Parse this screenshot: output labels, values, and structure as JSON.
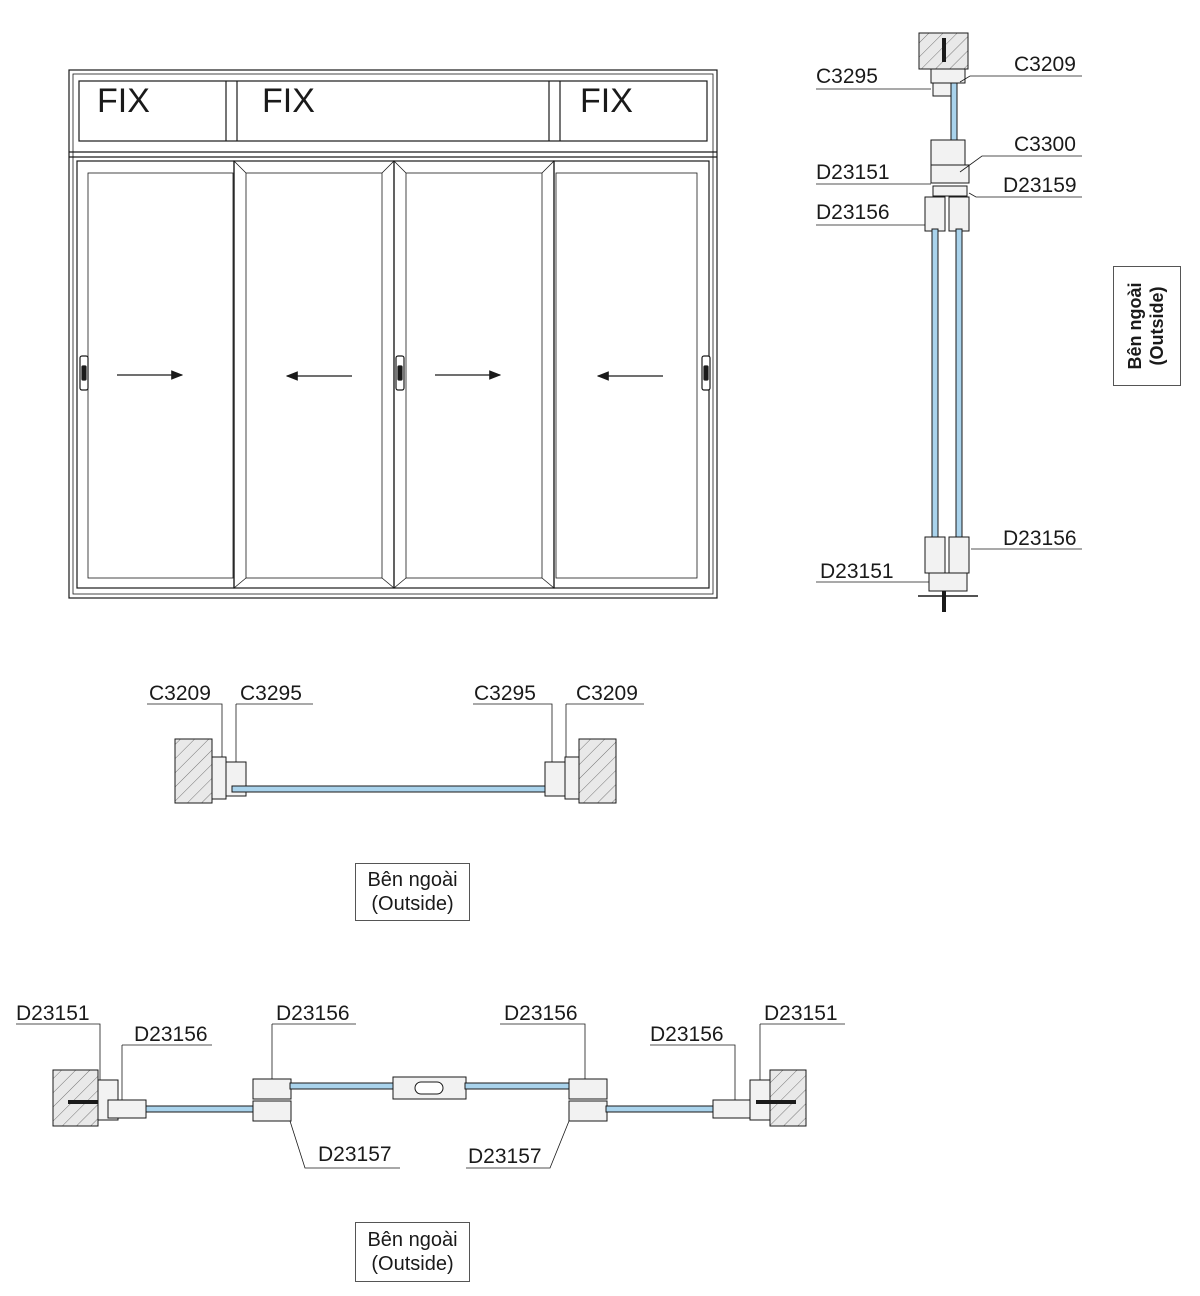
{
  "elevation": {
    "fix_labels": [
      "FIX",
      "FIX",
      "FIX"
    ],
    "sash_directions": [
      "right",
      "left",
      "right",
      "left"
    ]
  },
  "vertical_section": {
    "labels": {
      "c3295": "C3295",
      "c3209": "C3209",
      "c3300": "C3300",
      "d23151_top": "D23151",
      "d23159": "D23159",
      "d23156_top": "D23156",
      "d23156_bottom": "D23156",
      "d23151_bottom": "D23151"
    },
    "outside_box": {
      "line1": "Bên ngoài",
      "line2": "(Outside)"
    }
  },
  "fixed_plan_section": {
    "labels": {
      "c3209_left": "C3209",
      "c3295_left": "C3295",
      "c3295_right": "C3295",
      "c3209_right": "C3209"
    },
    "outside_box": {
      "line1": "Bên ngoài",
      "line2": "(Outside)"
    }
  },
  "sliding_plan_section": {
    "labels": {
      "d23151_left": "D23151",
      "d23156_left": "D23156",
      "d23156_mid_left": "D23156",
      "d23156_mid_right": "D23156",
      "d23156_right": "D23156",
      "d23151_right": "D23151",
      "d23157_left": "D23157",
      "d23157_right": "D23157"
    },
    "outside_box": {
      "line1": "Bên ngoài",
      "line2": "(Outside)"
    }
  },
  "colors": {
    "line": "#1a1a1a",
    "glass": "#a9d3ec",
    "wall": "#e6e6e6",
    "profile": "#f2f2f2"
  }
}
